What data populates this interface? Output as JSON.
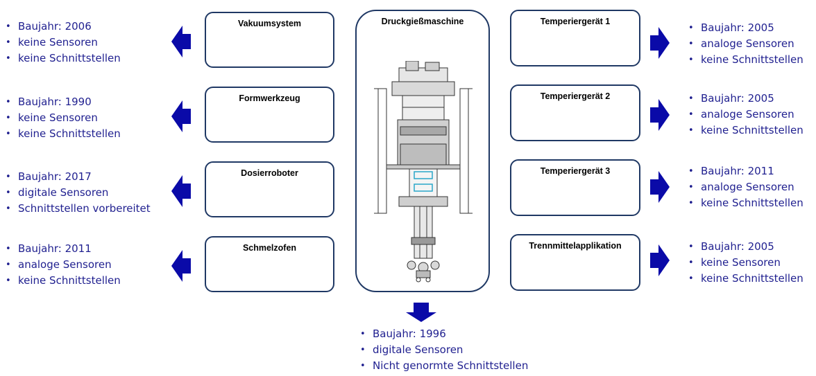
{
  "colors": {
    "box_border": "#1f3864",
    "arrow": "#0a0aa8",
    "text": "#1f1f8f"
  },
  "center": {
    "title": "Druckgießmaschine",
    "items": [
      "Baujahr: 1996",
      "digitale Sensoren",
      "Nicht genormte Schnittstellen"
    ]
  },
  "left": [
    {
      "title": "Vakuumsystem",
      "items": [
        "Baujahr: 2006",
        "keine Sensoren",
        "keine Schnittstellen"
      ]
    },
    {
      "title": "Formwerkzeug",
      "items": [
        "Baujahr: 1990",
        "keine Sensoren",
        "keine Schnittstellen"
      ]
    },
    {
      "title": "Dosierroboter",
      "items": [
        "Baujahr: 2017",
        "digitale Sensoren",
        "Schnittstellen vorbereitet"
      ]
    },
    {
      "title": "Schmelzofen",
      "items": [
        "Baujahr: 2011",
        "analoge Sensoren",
        "keine Schnittstellen"
      ]
    }
  ],
  "right": [
    {
      "title": "Temperiergerät 1",
      "items": [
        "Baujahr: 2005",
        "analoge Sensoren",
        "keine Schnittstellen"
      ]
    },
    {
      "title": "Temperiergerät 2",
      "items": [
        "Baujahr: 2005",
        "analoge Sensoren",
        "keine Schnittstellen"
      ]
    },
    {
      "title": "Temperiergerät 3",
      "items": [
        "Baujahr: 2011",
        "analoge Sensoren",
        "keine Schnittstellen"
      ]
    },
    {
      "title": "Trennmittelapplikation",
      "items": [
        "Baujahr: 2005",
        "keine Sensoren",
        "keine Schnittstellen"
      ]
    }
  ]
}
